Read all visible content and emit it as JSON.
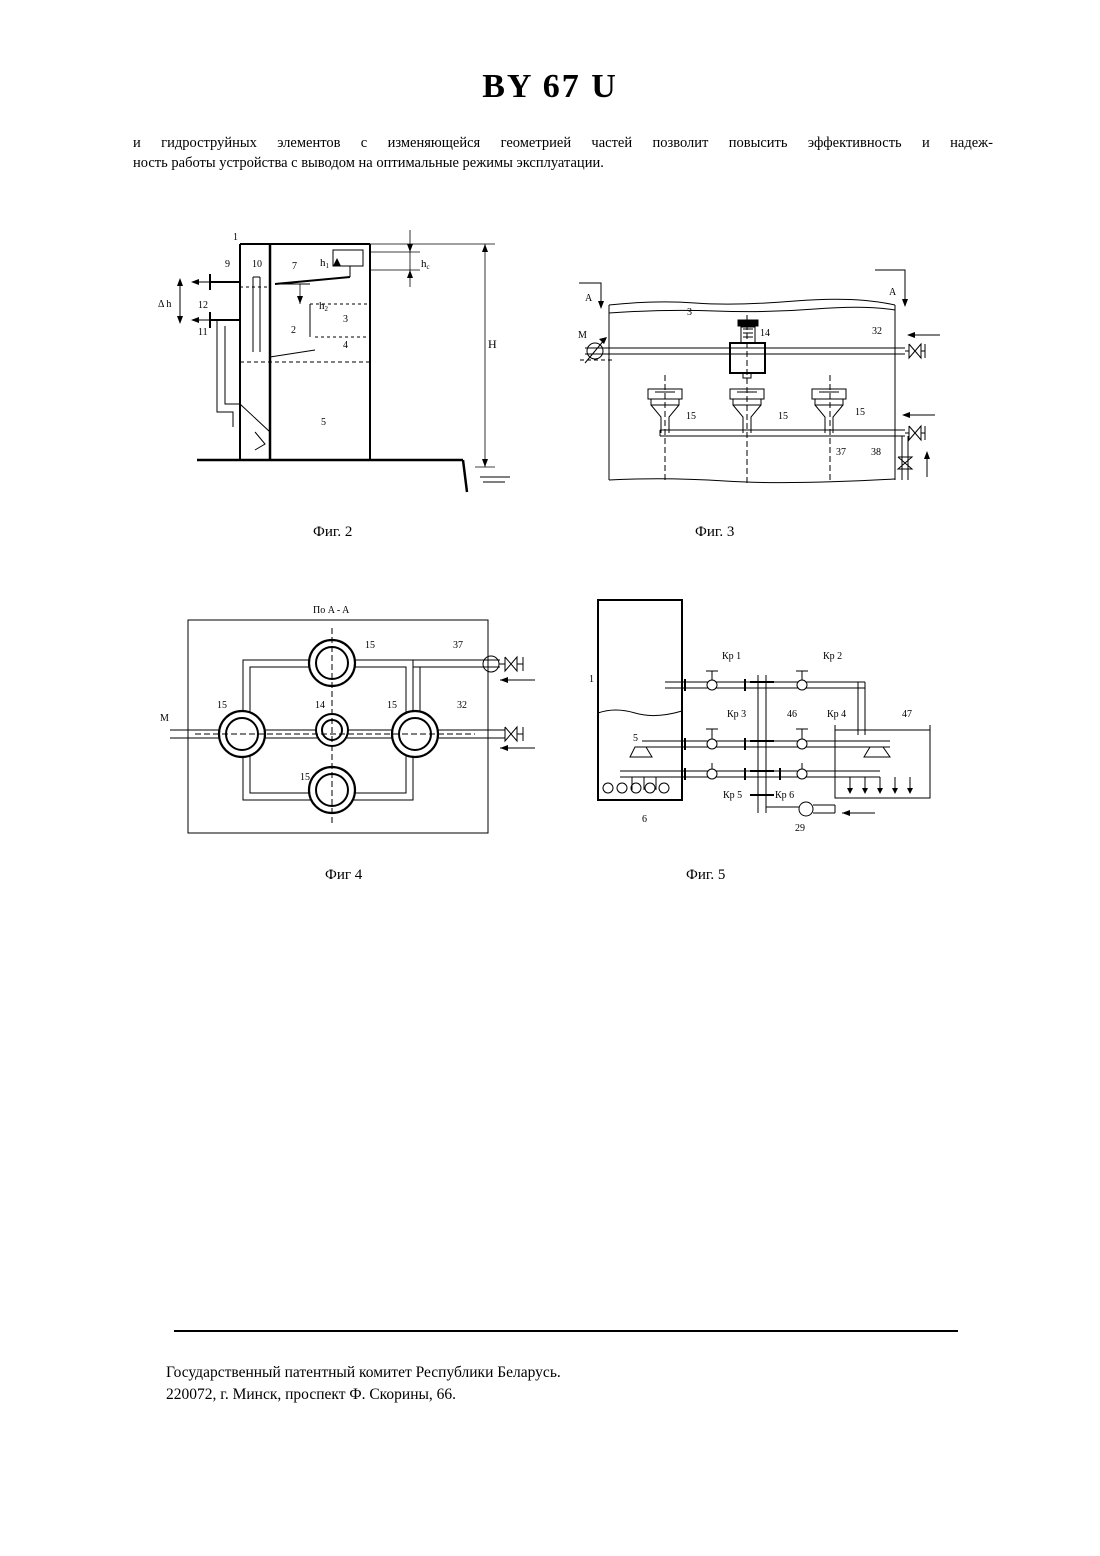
{
  "header": {
    "title": "BY 67 U"
  },
  "body_text": {
    "line1": "и гидроструйных элементов с изменяющейся геометрией частей позволит повысить эффективность и надеж-",
    "line2": "ность работы устройства с выводом на оптимальные режимы эксплуатации."
  },
  "fig2": {
    "caption": "Фиг. 2",
    "labels": {
      "l1": "1",
      "l9": "9",
      "l10": "10",
      "l7": "7",
      "h1": "h",
      "h1sub": "1",
      "hc": "h",
      "hcsub": "c",
      "h2": "h",
      "h2sub": "2",
      "l12": "12",
      "dh": "Δ h",
      "l11": "11",
      "l3": "3",
      "l2": "2",
      "l4": "4",
      "l5": "5",
      "H": "H"
    }
  },
  "fig3": {
    "caption": "Фиг. 3",
    "labels": {
      "A1": "A",
      "A2": "A",
      "l3": "3",
      "M": "M",
      "l14": "14",
      "l32": "32",
      "l15a": "15",
      "l15b": "15",
      "l15c": "15",
      "l37": "37",
      "l38": "38"
    }
  },
  "fig4": {
    "caption": "Фиг 4",
    "labels": {
      "section": "По   A - A",
      "l15top": "15",
      "l37": "37",
      "M": "M",
      "l15left": "15",
      "l14": "14",
      "l15right": "15",
      "l32": "32",
      "l15bottom": "15"
    }
  },
  "fig5": {
    "caption": "Фиг. 5",
    "labels": {
      "l1": "1",
      "kp1": "Кр 1",
      "kp2": "Кр 2",
      "kp3": "Кр 3",
      "l46": "46",
      "kp4": "Кр 4",
      "l47": "47",
      "l5": "5",
      "kp5": "Кр 5",
      "kp6": "Кр 6",
      "l6": "6",
      "l29": "29"
    }
  },
  "footer": {
    "line1": "Государственный патентный комитет Республики Беларусь.",
    "line2": "220072, г. Минск, проспект Ф. Скорины, 66."
  }
}
